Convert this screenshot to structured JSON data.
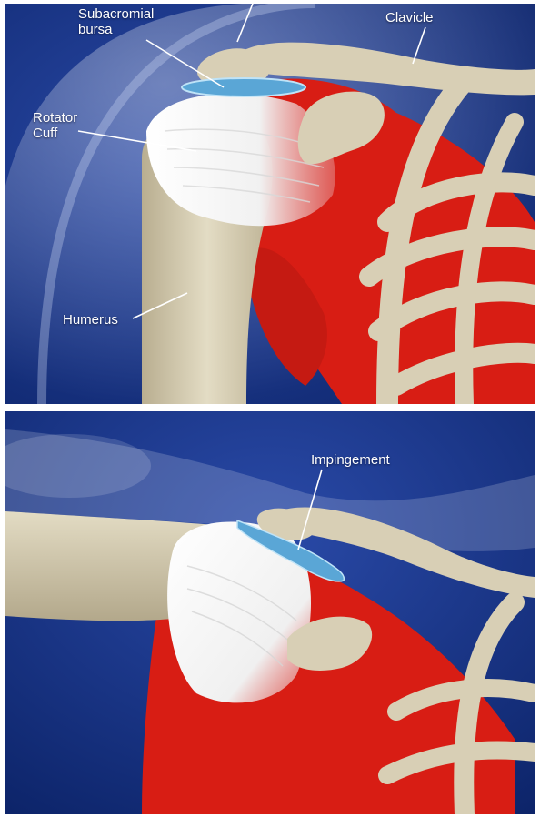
{
  "top_panel": {
    "labels": {
      "bursa": "Subacromial\nbursa",
      "clavicle": "Clavicle",
      "rotator_cuff": "Rotator\nCuff",
      "humerus": "Humerus"
    }
  },
  "bottom_panel": {
    "labels": {
      "impingement": "Impingement"
    }
  },
  "colors": {
    "background": "#0f2e7a",
    "bone": "#d8cfb5",
    "muscle": "#d81d14",
    "tendon": "#f2f2f2",
    "bursa": "#5aa6d6"
  }
}
